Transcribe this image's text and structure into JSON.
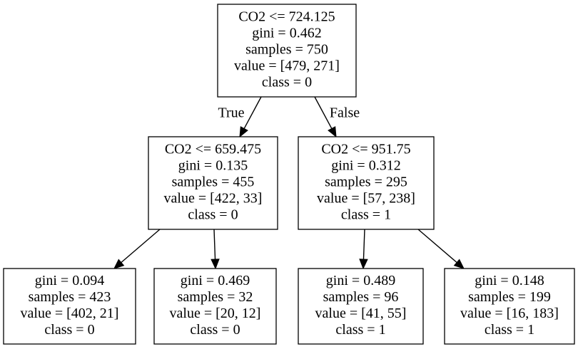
{
  "tree": {
    "nodes": [
      {
        "id": "root",
        "lines": [
          "CO2 <= 724.125",
          "gini = 0.462",
          "samples = 750",
          "value = [479, 271]",
          "class = 0"
        ]
      },
      {
        "id": "left",
        "lines": [
          "CO2 <= 659.475",
          "gini = 0.135",
          "samples = 455",
          "value = [422, 33]",
          "class = 0"
        ]
      },
      {
        "id": "right",
        "lines": [
          "CO2 <= 951.75",
          "gini = 0.312",
          "samples = 295",
          "value = [57, 238]",
          "class = 1"
        ]
      },
      {
        "id": "left-left",
        "lines": [
          "gini = 0.094",
          "samples = 423",
          "value = [402, 21]",
          "class = 0"
        ]
      },
      {
        "id": "left-right",
        "lines": [
          "gini = 0.469",
          "samples = 32",
          "value = [20, 12]",
          "class = 0"
        ]
      },
      {
        "id": "right-left",
        "lines": [
          "gini = 0.489",
          "samples = 96",
          "value = [41, 55]",
          "class = 1"
        ]
      },
      {
        "id": "right-right",
        "lines": [
          "gini = 0.148",
          "samples = 199",
          "value = [16, 183]",
          "class = 1"
        ]
      }
    ],
    "edges": [
      {
        "from": "root",
        "to": "left",
        "label": "True"
      },
      {
        "from": "root",
        "to": "right",
        "label": "False"
      },
      {
        "from": "left",
        "to": "left-left",
        "label": ""
      },
      {
        "from": "left",
        "to": "left-right",
        "label": ""
      },
      {
        "from": "right",
        "to": "right-left",
        "label": ""
      },
      {
        "from": "right",
        "to": "right-right",
        "label": ""
      }
    ]
  }
}
